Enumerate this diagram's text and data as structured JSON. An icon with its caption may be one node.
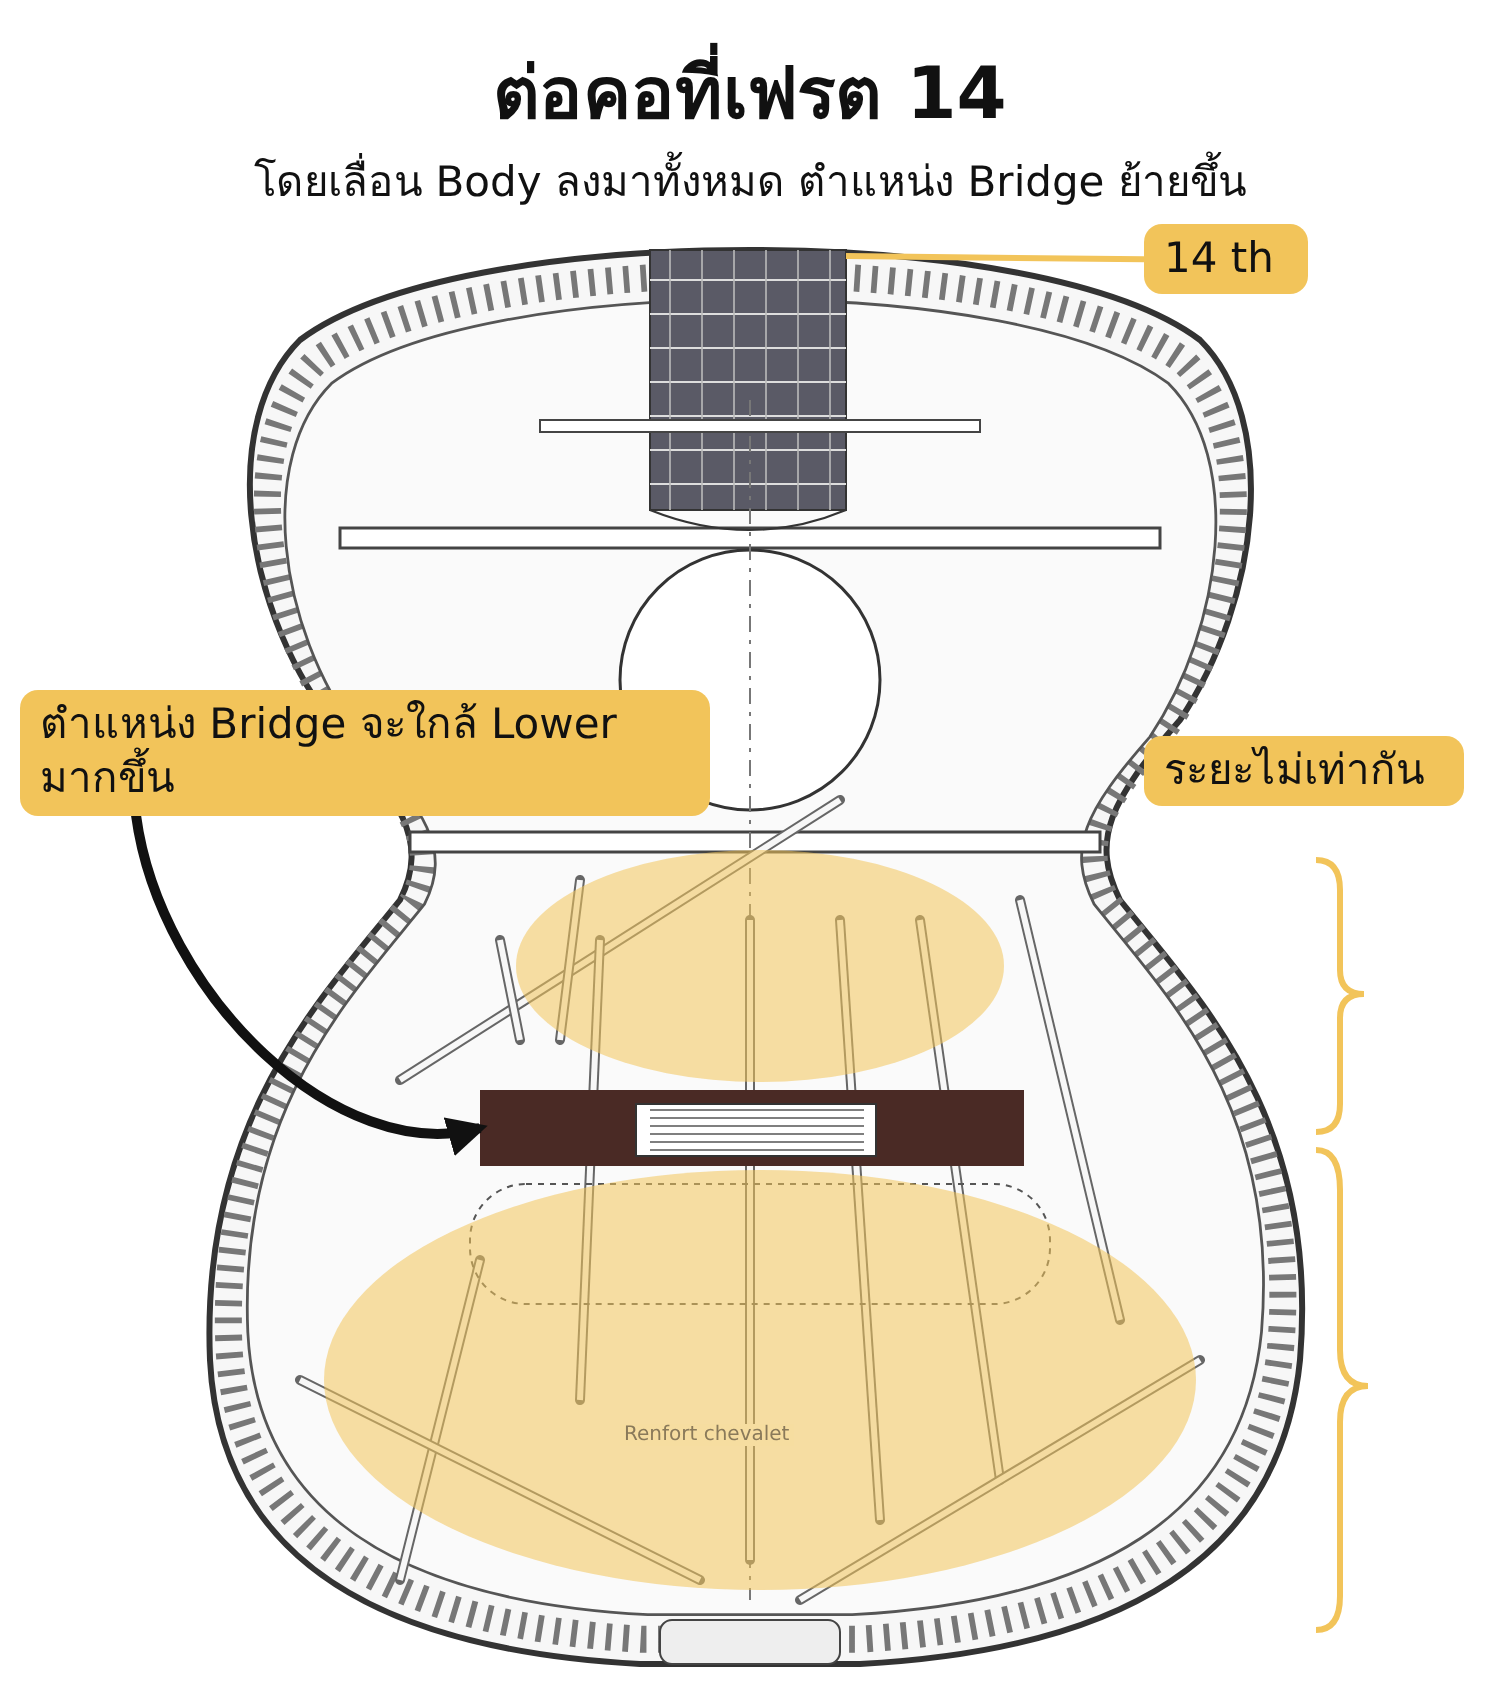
{
  "diagram": {
    "title": "ต่อคอที่เฟรต 14",
    "caption": "โดยเลื่อน Body ลงมาทั้งหมด ตำแหน่ง Bridge ย้ายขึ้น",
    "nodes": [
      {
        "text": [
          "14 th"
        ]
      },
      {
        "text": [
          "ตำแหน่ง Bridge จะใกล้ Lower มากขึ้น"
        ]
      },
      {
        "text": [],
        "shape": "bar"
      },
      {
        "text": [
          "ระยะไม่เท่ากัน"
        ]
      }
    ],
    "edges": [
      {
        "from": 0,
        "to": null,
        "arrow": "none",
        "color": "#f2c45a"
      },
      {
        "from": 1,
        "to": 2,
        "arrow": "to",
        "color": "#111111"
      }
    ],
    "labels": [
      "Renfort chevalet"
    ]
  }
}
